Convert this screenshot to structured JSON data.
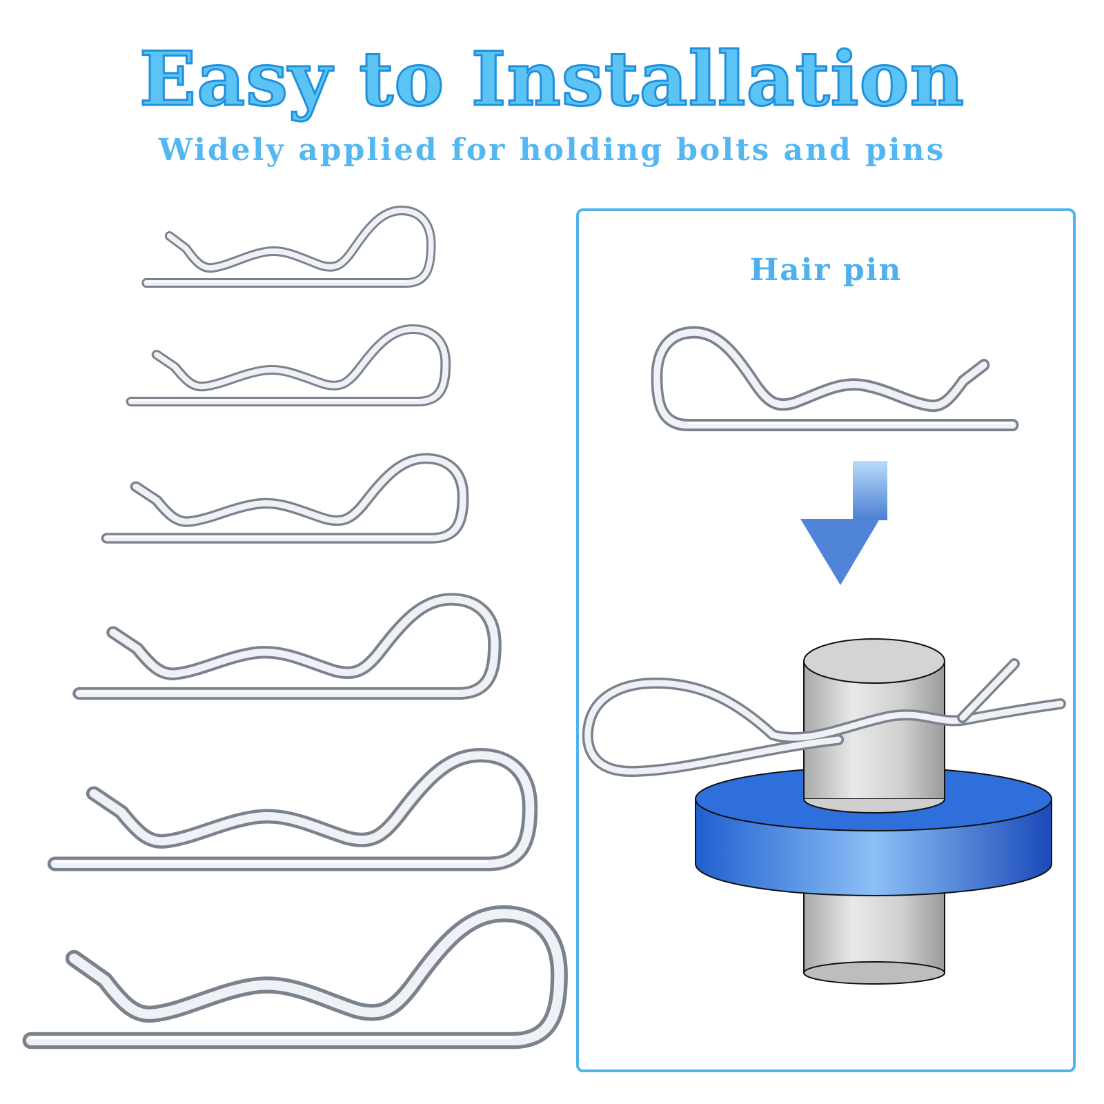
{
  "heading": {
    "title": "Easy to Installation",
    "subtitle": "Widely applied for holding bolts and pins"
  },
  "panel": {
    "title": "Hair pin"
  },
  "colors": {
    "accent": "#4fb3ee",
    "title_fill": "#5cc3f5",
    "washer_blue": "#3a7fe0",
    "arrow_blue": "#5d9be6"
  },
  "icons": [
    "hair-pin-clip",
    "down-arrow",
    "pin-cylinder",
    "washer"
  ]
}
